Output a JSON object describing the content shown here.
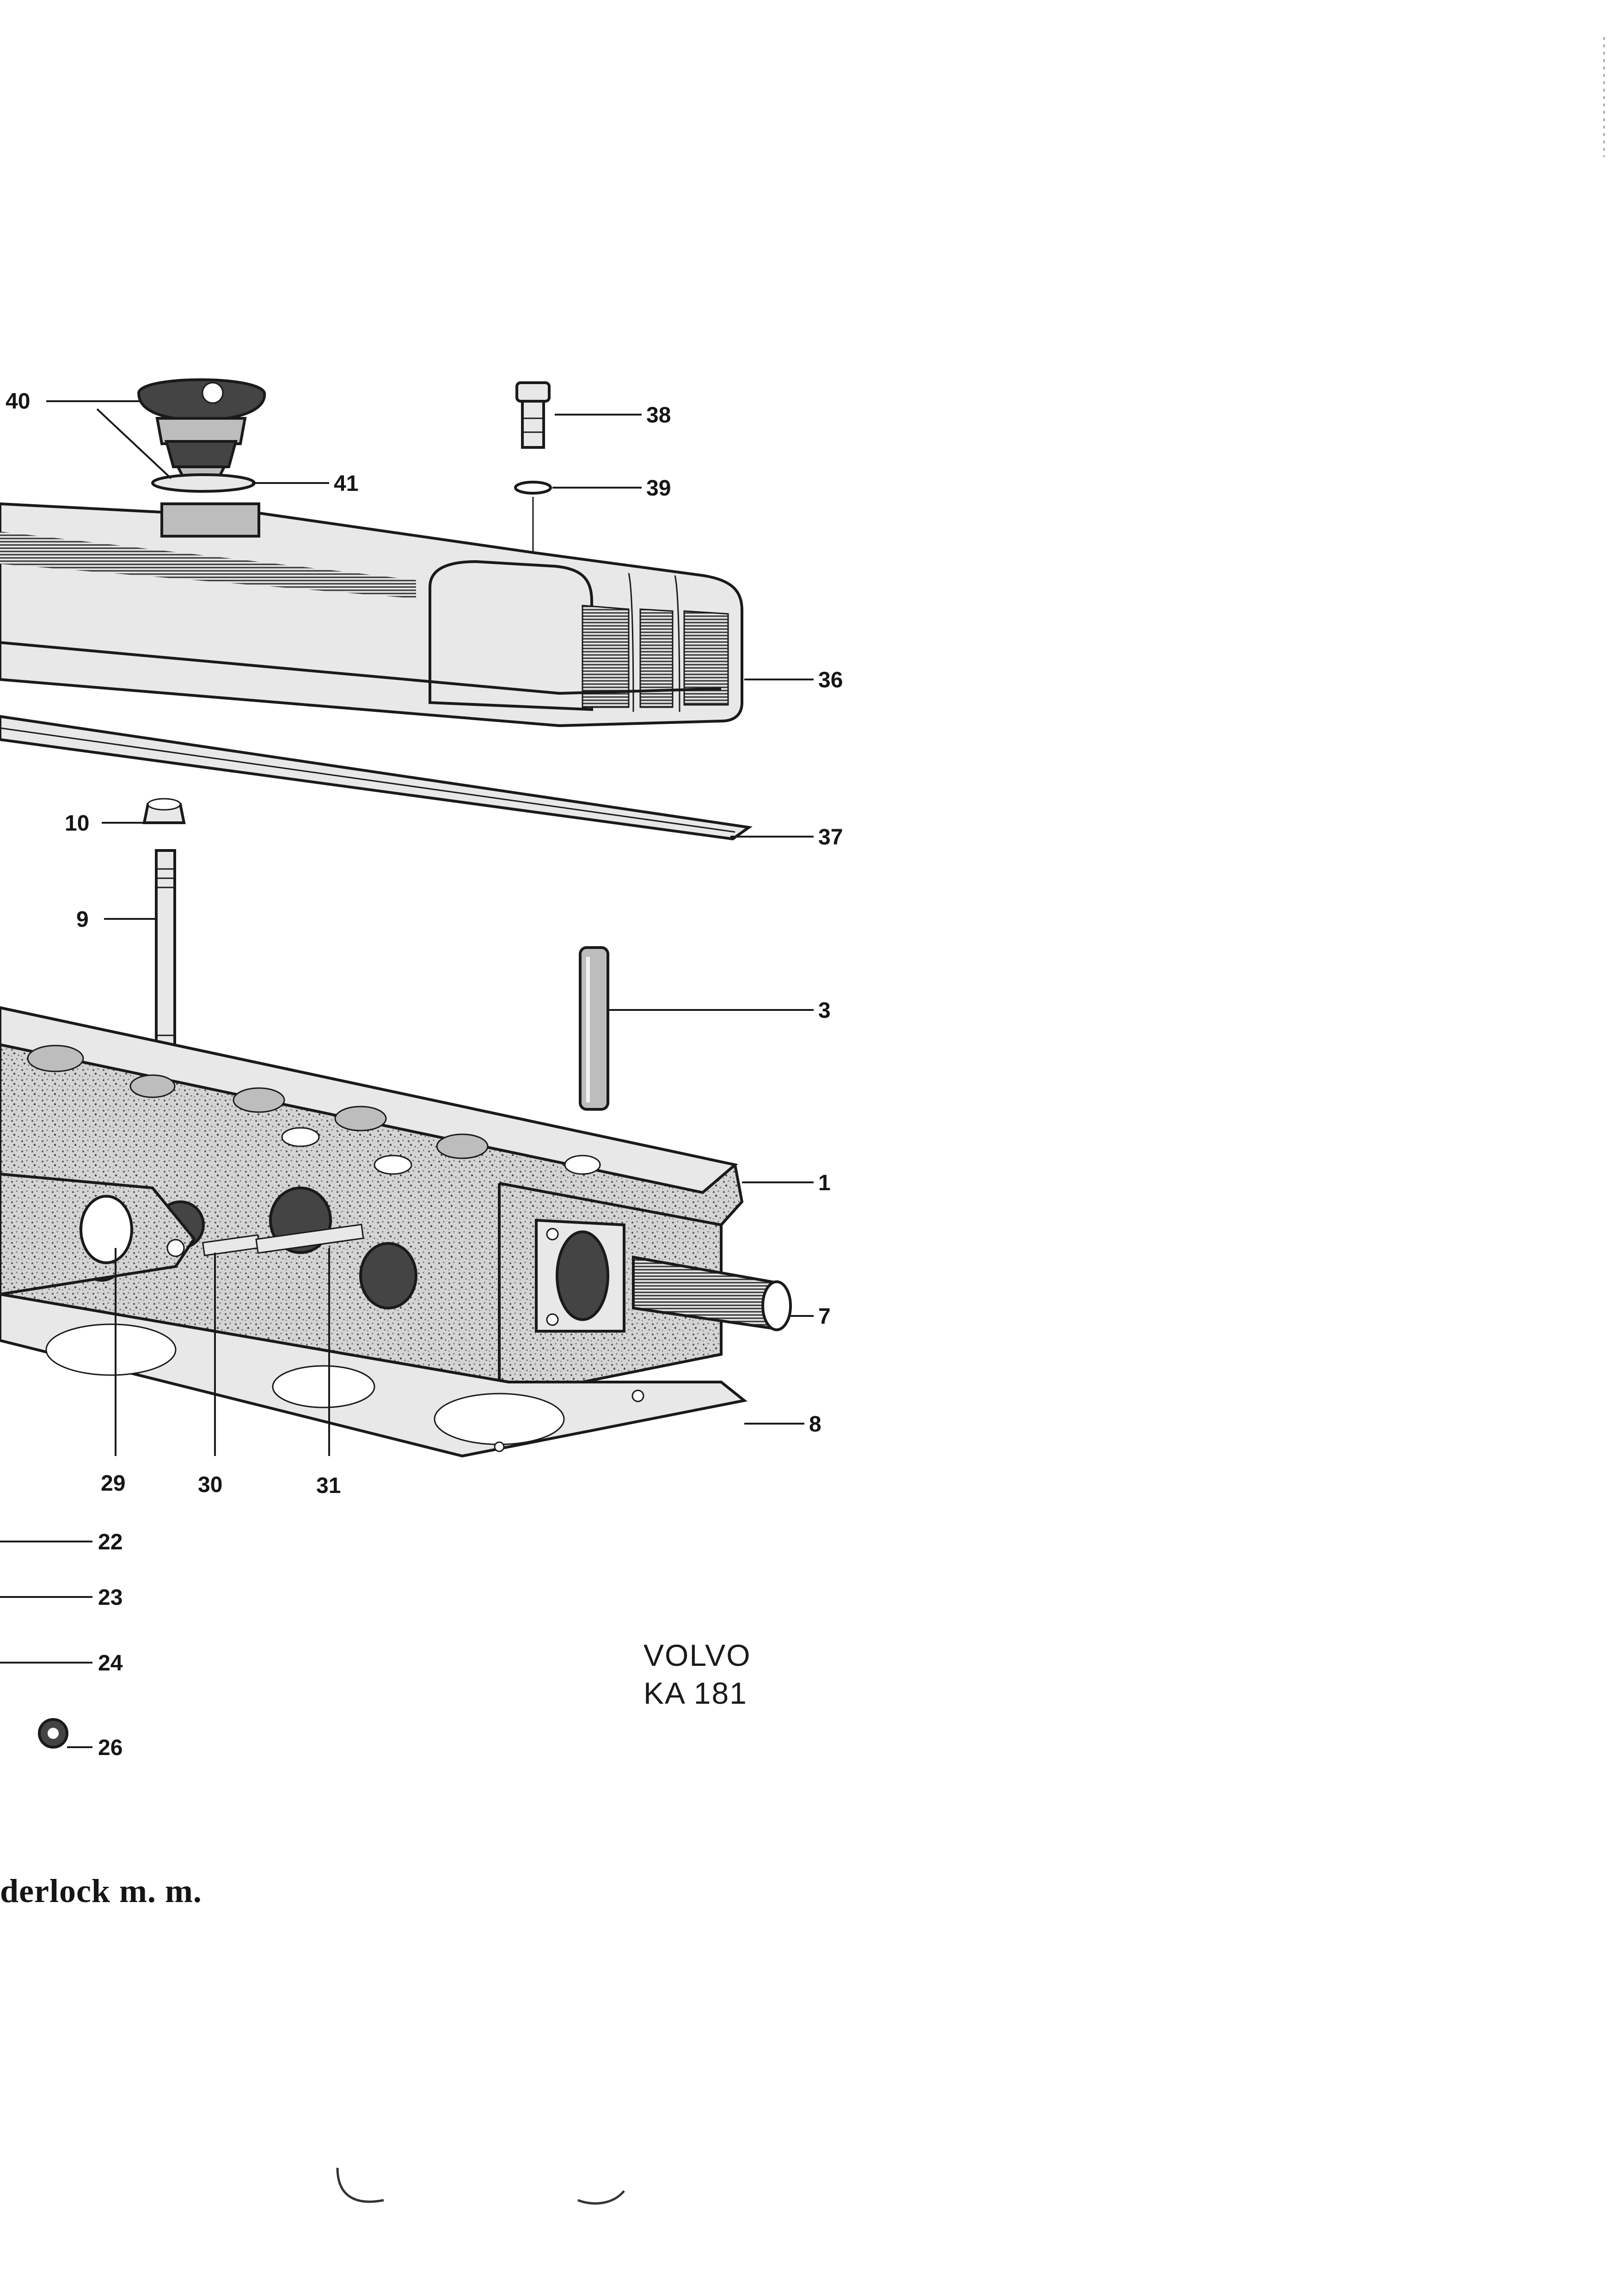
{
  "callouts": [
    "40",
    "41",
    "38",
    "39",
    "36",
    "37",
    "10",
    "9",
    "3",
    "1",
    "7",
    "8",
    "29",
    "30",
    "31",
    "22",
    "23",
    "24",
    "26"
  ],
  "stamp": {
    "line1": "VOLVO",
    "line2": "KA 181"
  },
  "caption": "derlock m. m.",
  "colors": {
    "ink": "#1a1a1a",
    "paper": "#ffffff"
  }
}
